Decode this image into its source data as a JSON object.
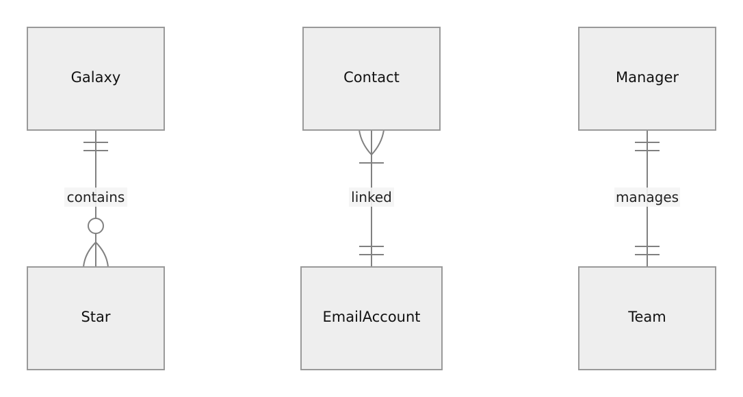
{
  "diagram": {
    "type": "er-diagram",
    "colors": {
      "entity_fill": "#eeeeee",
      "entity_stroke": "#999999",
      "line": "#808080",
      "label_bg": "#f4f4f4",
      "text": "#111111"
    },
    "entities": {
      "galaxy": "Galaxy",
      "star": "Star",
      "contact": "Contact",
      "email_account": "EmailAccount",
      "manager": "Manager",
      "team": "Team"
    },
    "relationships": [
      {
        "label": "contains",
        "from": "Galaxy",
        "to": "Star",
        "from_cardinality": "exactly-one",
        "to_cardinality": "zero-or-more"
      },
      {
        "label": "linked",
        "from": "Contact",
        "to": "EmailAccount",
        "from_cardinality": "one-or-more",
        "to_cardinality": "exactly-one"
      },
      {
        "label": "manages",
        "from": "Manager",
        "to": "Team",
        "from_cardinality": "exactly-one",
        "to_cardinality": "exactly-one"
      }
    ]
  }
}
